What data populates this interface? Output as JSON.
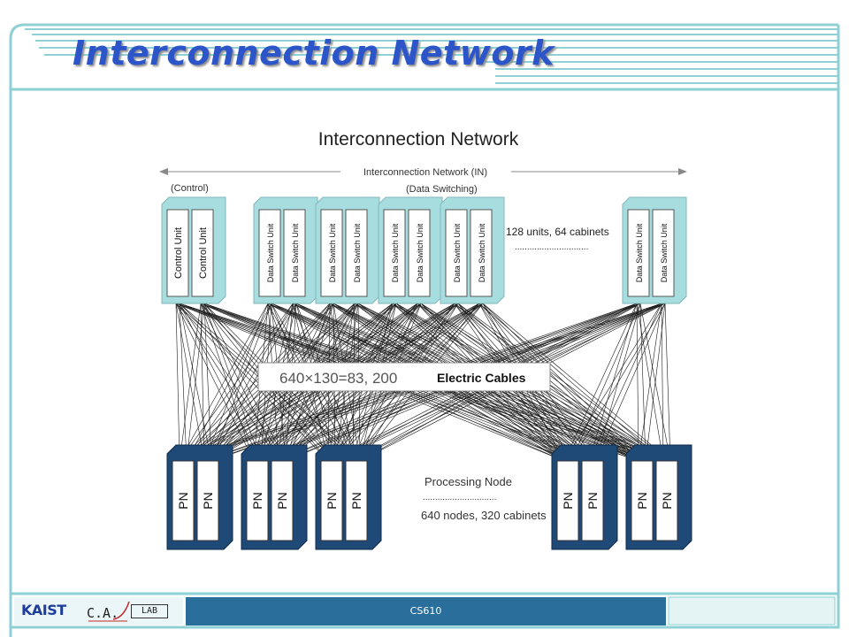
{
  "slide": {
    "title": "Interconnection Network",
    "footer": "CS610",
    "logos": {
      "kaist": "KAIST",
      "calab_ca": "C.A.",
      "calab_lab": "LAB"
    }
  },
  "diagram": {
    "heading": "Interconnection Network",
    "in_label": "Interconnection Network (IN)",
    "control_label": "(Control)",
    "switching_label": "(Data Switching)",
    "control_unit_label": "Control Unit",
    "switch_unit_label": "Data Switch Unit",
    "switch_note": "128 units, 64 cabinets",
    "dots": "..............................",
    "cable_formula": "640×130=83, 200",
    "cable_suffix": "Electric Cables",
    "pn_label": "PN",
    "pn_title": "Processing Node",
    "pn_note": "640 nodes, 320 cabinets"
  },
  "colors": {
    "title_blue": "#2b55c8",
    "frame_teal": "#8fd0d4",
    "cabinet_teal": "#a8dde0",
    "pn_navy": "#1f4a78",
    "footer_blue": "#2a6f9c"
  }
}
